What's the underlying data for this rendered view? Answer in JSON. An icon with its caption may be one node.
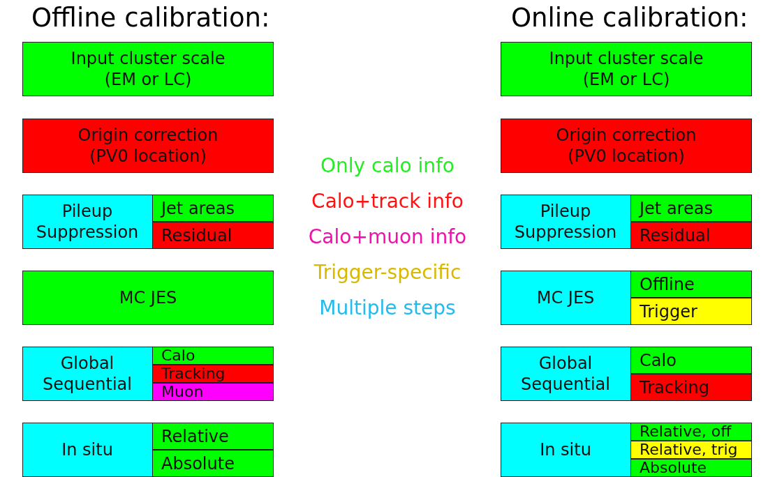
{
  "diagram": {
    "nodes": [
      {
        "text": [
          "Input cluster scale (EM or LC)"
        ]
      },
      {
        "text": [
          "Origin correction (PV0 location)"
        ]
      },
      {
        "text": [
          "Pileup Suppression"
        ]
      },
      {
        "text": [
          "Jet areas"
        ],
        "in": 2
      },
      {
        "text": [
          "Residual"
        ],
        "in": 2
      },
      {
        "text": [
          "MC JES"
        ]
      },
      {
        "text": [
          "Global Sequential"
        ]
      },
      {
        "text": [
          "Calo"
        ],
        "in": 6
      },
      {
        "text": [
          "Tracking"
        ],
        "in": 6
      },
      {
        "text": [
          "Muon"
        ],
        "in": 6
      },
      {
        "text": [
          "In situ"
        ]
      },
      {
        "text": [
          "Relative"
        ],
        "in": 10
      },
      {
        "text": [
          "Absolute"
        ],
        "in": 10
      },
      {
        "text": [
          "Input cluster scale (EM or LC)"
        ]
      },
      {
        "text": [
          "Origin correction (PV0 location)"
        ]
      },
      {
        "text": [
          "Pileup Suppression"
        ]
      },
      {
        "text": [
          "Jet areas"
        ],
        "in": 15
      },
      {
        "text": [
          "Residual"
        ],
        "in": 15
      },
      {
        "text": [
          "MC JES"
        ]
      },
      {
        "text": [
          "Offline"
        ],
        "in": 18
      },
      {
        "text": [
          "Trigger"
        ],
        "in": 18
      },
      {
        "text": [
          "Global Sequential"
        ]
      },
      {
        "text": [
          "Calo"
        ],
        "in": 21
      },
      {
        "text": [
          "Tracking"
        ],
        "in": 21
      },
      {
        "text": [
          "In situ"
        ]
      },
      {
        "text": [
          "Relative, off"
        ],
        "in": 24
      },
      {
        "text": [
          "Relative, trig"
        ],
        "in": 24
      },
      {
        "text": [
          "Absolute"
        ],
        "in": 24
      }
    ],
    "labels": [
      "Offline calibration:",
      "Online calibration:"
    ],
    "legend": [
      {
        "text": "Only calo info",
        "color": "#22ee22"
      },
      {
        "text": "Calo+track info",
        "color": "#ff1111"
      },
      {
        "text": "Calo+muon info",
        "color": "#ee11aa"
      },
      {
        "text": "Trigger-specific",
        "color": "#d9b800"
      },
      {
        "text": "Multiple steps",
        "color": "#22bbee"
      }
    ]
  }
}
